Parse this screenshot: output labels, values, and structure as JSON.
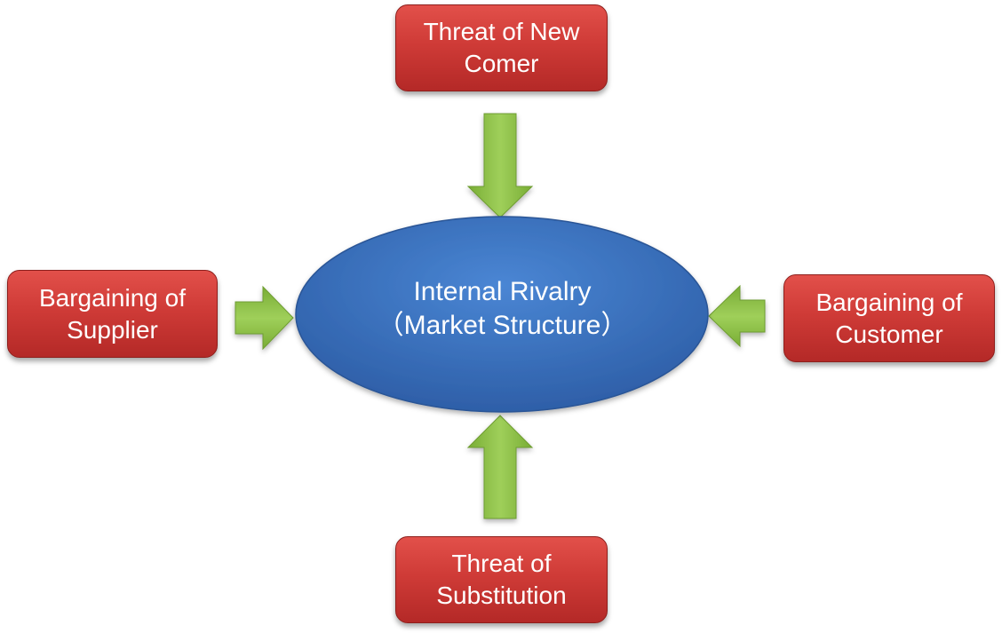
{
  "center": {
    "line1": "Internal Rivalry",
    "line2": "（Market Structure）",
    "color": "#3f78c7"
  },
  "boxes": {
    "top": {
      "line1": "Threat of New",
      "line2": "Comer"
    },
    "left": {
      "line1": "Bargaining of",
      "line2": "Supplier"
    },
    "right": {
      "line1": "Bargaining of",
      "line2": "Customer"
    },
    "bottom": {
      "line1": "Threat of",
      "line2": "Substitution"
    }
  },
  "colors": {
    "box_red": "#cf3b37",
    "arrow_green": "#8cc04a",
    "ellipse_blue": "#3f78c7"
  }
}
